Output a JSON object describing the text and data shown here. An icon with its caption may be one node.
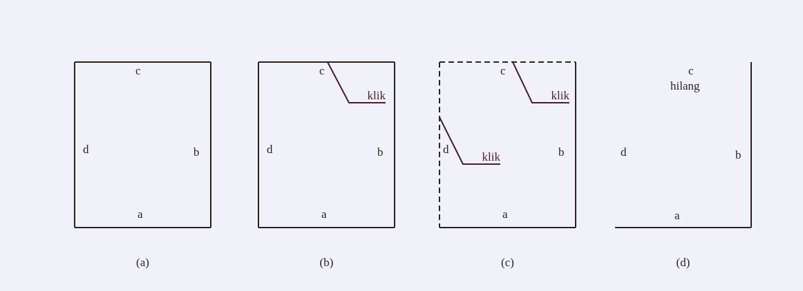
{
  "diagram": {
    "nodes": [
      {
        "text": [
          "c",
          "d",
          "b",
          "a"
        ],
        "beside": [
          "(a)"
        ]
      },
      {
        "text": [
          "c",
          "d",
          "b",
          "a"
        ],
        "beside": [
          "(b)"
        ]
      },
      {
        "text": [
          "klik"
        ],
        "in": 1
      },
      {
        "text": [
          "c",
          "d",
          "b",
          "a"
        ],
        "beside": [
          "(c)"
        ]
      },
      {
        "text": [
          "klik"
        ],
        "in": 3
      },
      {
        "text": [
          "klik"
        ],
        "in": 3
      },
      {
        "text": [
          "c",
          "hilang",
          "d",
          "b",
          "a"
        ],
        "beside": [
          "(d)"
        ]
      }
    ],
    "edges": [
      {
        "from": 2,
        "to": 1,
        "arrow": "none"
      },
      {
        "from": 4,
        "to": 3,
        "arrow": "none"
      },
      {
        "from": 5,
        "to": 3,
        "arrow": "none"
      }
    ]
  }
}
